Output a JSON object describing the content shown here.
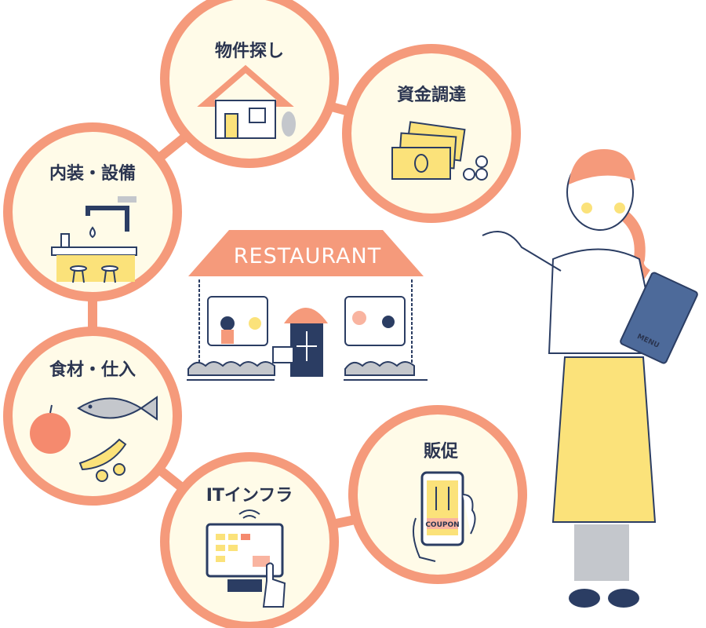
{
  "steps": [
    {
      "label": "物件探し",
      "icon": "house-icon"
    },
    {
      "label": "資金調達",
      "icon": "money-icon"
    },
    {
      "label": "内装・設備",
      "icon": "faucet-counter-icon"
    },
    {
      "label": "食材・仕入",
      "icon": "food-icon"
    },
    {
      "label": "ITインフラ",
      "icon": "pos-terminal-icon"
    },
    {
      "label": "販促",
      "icon": "smartphone-coupon-icon"
    }
  ],
  "restaurant": {
    "sign": "RESTAURANT"
  },
  "coupon_label": "COUPON",
  "menu_label": "MENU",
  "colors": {
    "ring": "#f59a7b",
    "fill": "#fffbe8",
    "navy": "#2b3d63",
    "yellow": "#fbe27a",
    "gray": "#c4c7cc"
  }
}
